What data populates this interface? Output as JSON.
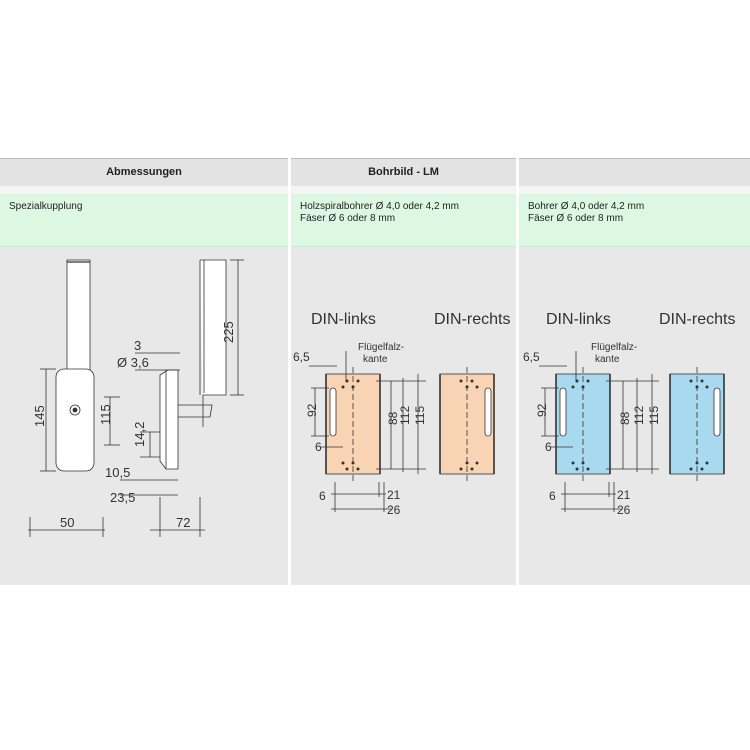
{
  "headers": {
    "col1": "Abmessungen",
    "col2": "Bohrbild - LM",
    "col3": ""
  },
  "info": {
    "col1": [
      "Spezialkupplung"
    ],
    "col2": [
      "Holzspiralbohrer Ø 4,0 oder 4,2 mm",
      "Fäser Ø 6 oder 8 mm"
    ],
    "col3": [
      "Bohrer Ø 4,0 oder 4,2 mm",
      "Fäser Ø 6 oder 8 mm"
    ]
  },
  "dimensions_drawing": {
    "d225": "225",
    "d3": "3",
    "d36": "Ø 3,6",
    "d145": "145",
    "d115": "115",
    "d142": "14,2",
    "d105": "10,5",
    "d235": "23,5",
    "d50": "50",
    "d72": "72"
  },
  "drilling_wood": {
    "din_links": "DIN-links",
    "din_rechts": "DIN-rechts",
    "d65": "6,5",
    "fluegel1": "Flügelfalz-",
    "fluegel2": "kante",
    "d92": "92",
    "d88": "88",
    "d112": "112",
    "d115": "115",
    "d6": "6",
    "d21": "21",
    "d26": "26",
    "fill_color": "#f9d4b4"
  },
  "drilling_metal": {
    "din_links": "DIN-links",
    "din_rechts": "DIN-rechts",
    "d65": "6,5",
    "fluegel1": "Flügelfalz-",
    "fluegel2": "kante",
    "d92": "92",
    "d88": "88",
    "d112": "112",
    "d115": "115",
    "d6": "6",
    "d21": "21",
    "d26": "26",
    "fill_color": "#a9d9ee"
  }
}
